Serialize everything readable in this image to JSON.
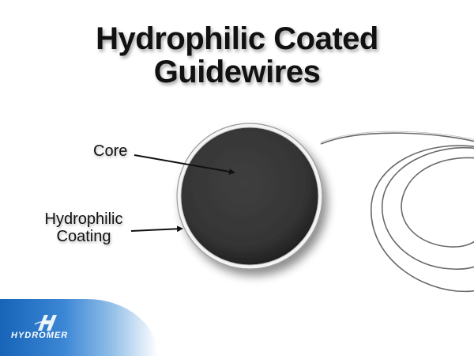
{
  "title": {
    "line1": "Hydrophilic Coated",
    "line2": "Guidewires"
  },
  "labels": {
    "core": "Core",
    "coating_line1": "Hydrophilic",
    "coating_line2": "Coating"
  },
  "logo": {
    "text": "HYDROMER",
    "icon": "hydromer-h-logo-icon"
  },
  "colors": {
    "core": "#3a3a3a",
    "coating": "#f2f2f2",
    "brand_blue": "#1764b8"
  }
}
